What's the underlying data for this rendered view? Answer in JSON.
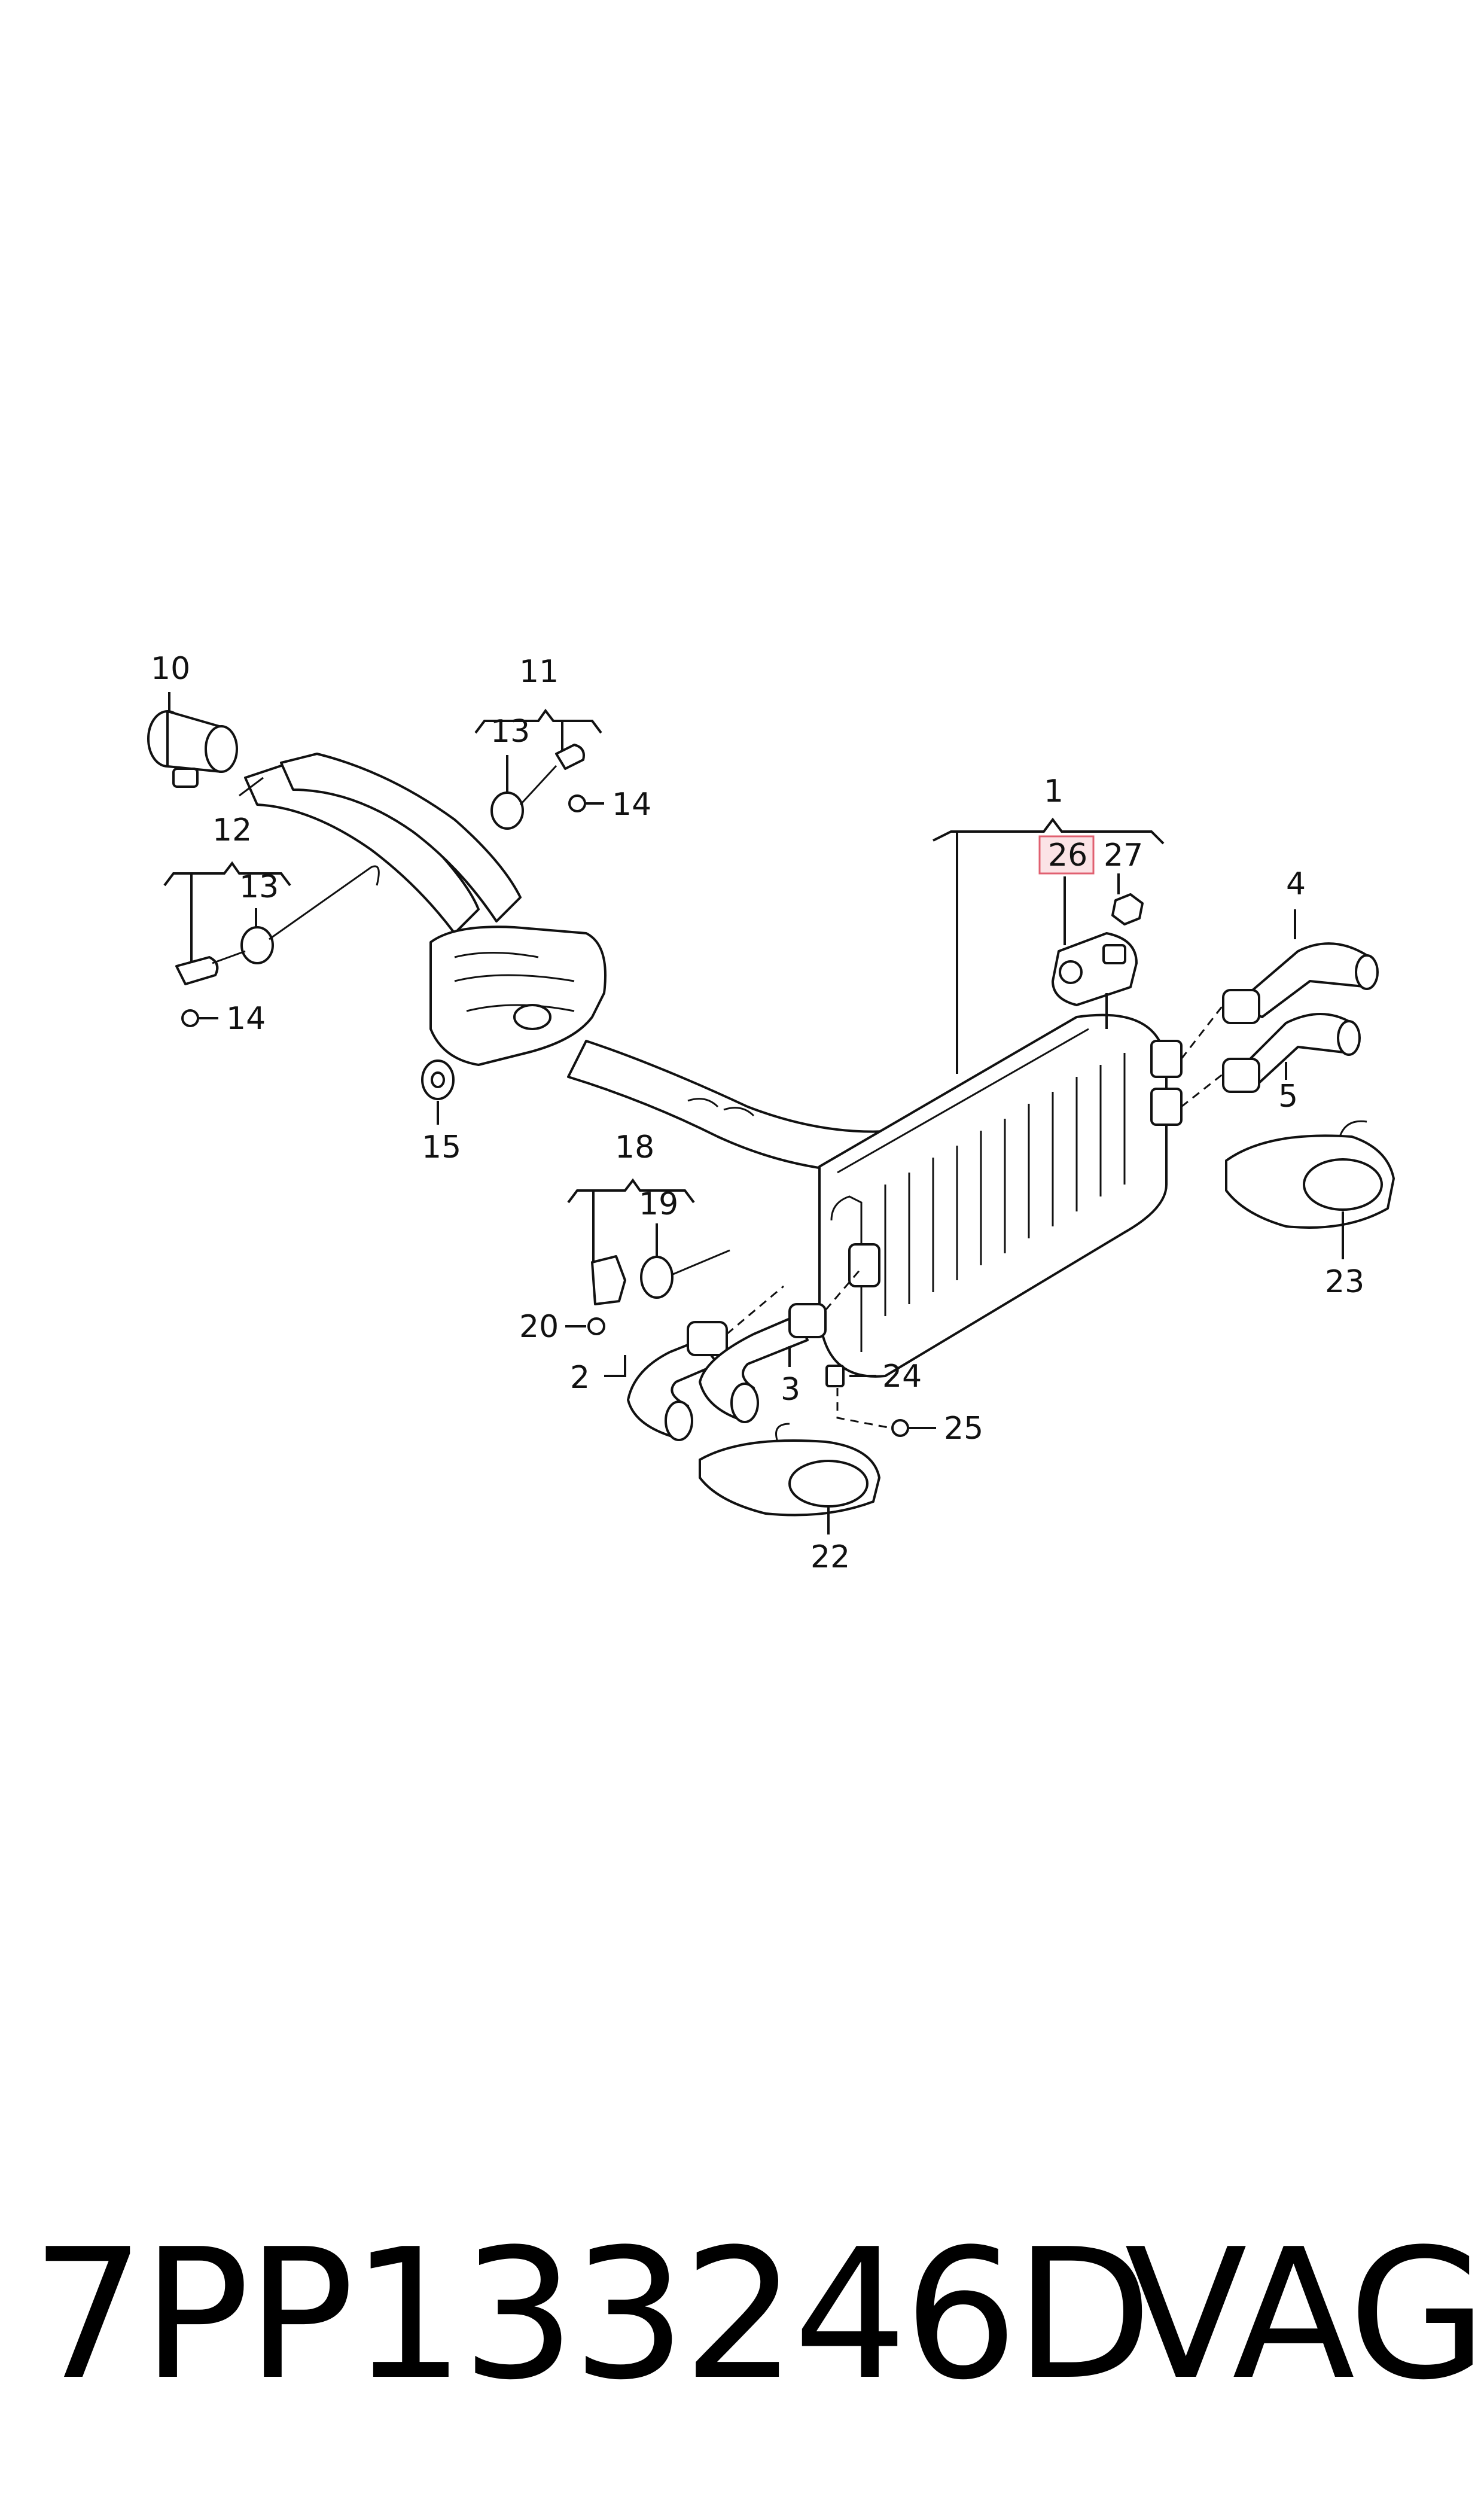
{
  "diagram": {
    "callouts": [
      {
        "id": "c1",
        "text": "1"
      },
      {
        "id": "c2",
        "text": "2"
      },
      {
        "id": "c3",
        "text": "3"
      },
      {
        "id": "c4",
        "text": "4"
      },
      {
        "id": "c5",
        "text": "5"
      },
      {
        "id": "c10",
        "text": "10"
      },
      {
        "id": "c11",
        "text": "11"
      },
      {
        "id": "c12",
        "text": "12"
      },
      {
        "id": "c13a",
        "text": "13"
      },
      {
        "id": "c13b",
        "text": "13"
      },
      {
        "id": "c14a",
        "text": "14"
      },
      {
        "id": "c14b",
        "text": "14"
      },
      {
        "id": "c15",
        "text": "15"
      },
      {
        "id": "c18",
        "text": "18"
      },
      {
        "id": "c19",
        "text": "19"
      },
      {
        "id": "c20",
        "text": "20"
      },
      {
        "id": "c22",
        "text": "22"
      },
      {
        "id": "c23",
        "text": "23"
      },
      {
        "id": "c24",
        "text": "24"
      },
      {
        "id": "c25",
        "text": "25"
      },
      {
        "id": "c26",
        "text": "26",
        "highlighted": true
      },
      {
        "id": "c27",
        "text": "27"
      }
    ],
    "highlight_color": "#e06070"
  },
  "footer": {
    "part_number": "7PP133246D",
    "brand": "VAG"
  }
}
